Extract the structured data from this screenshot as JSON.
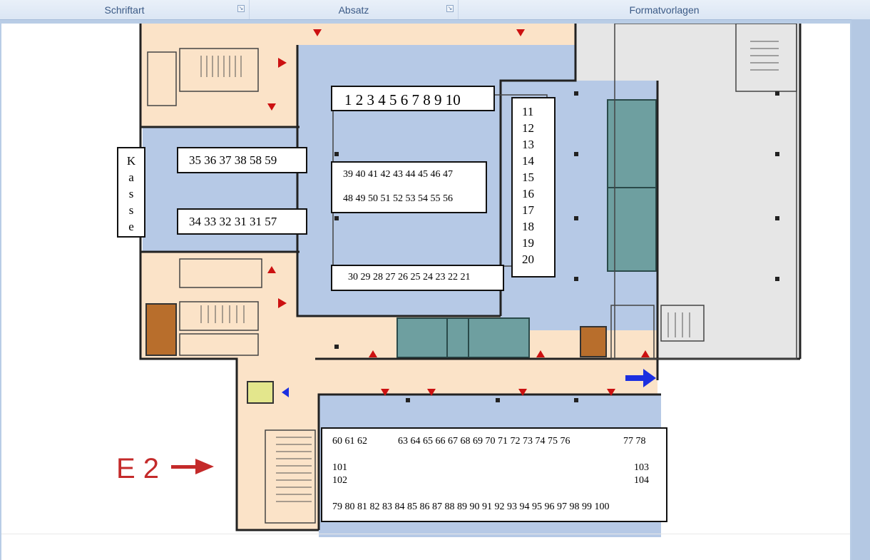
{
  "ribbon": {
    "groups": [
      {
        "label": "Schriftart"
      },
      {
        "label": "Absatz"
      },
      {
        "label": "Formatvorlagen"
      }
    ],
    "launcher_icon": "dialog-launcher-icon"
  },
  "plan": {
    "entrance_label": "E 2",
    "labels": {
      "row_1_10": "1 2 3 4 5 6 7 8 9 10",
      "col_11_20": [
        "11",
        "12",
        "13",
        "14",
        "15",
        "16",
        "17",
        "18",
        "19",
        "20"
      ],
      "kasse": [
        "K",
        "a",
        "s",
        "s",
        "e"
      ],
      "row_35_59": "35 36 37 38 58 59",
      "row_34_57": "34 33 32 31 31 57",
      "row_39_47": "39 40 41 42 43 44 45 46 47",
      "row_48_56": "48 49 50 51 52 53 54 55 56",
      "row_30_21": "30 29 28 27 26 25 24 23 22 21",
      "bottom_a": "60 61 62",
      "bottom_b": "63 64 65 66 67 68 69 70 71 72 73 74 75 76",
      "bottom_c": "77 78",
      "bottom_101": "101",
      "bottom_102": "102",
      "bottom_103": "103",
      "bottom_104": "104",
      "bottom_row": "79 80 81 82 83 84 85 86 87 88 89 90 91 92 93 94 95 96 97 98 99 100"
    },
    "colors": {
      "hall": "#b6c9e6",
      "corridor": "#fbe3c8",
      "service": "#e6e6e6",
      "teal": "#6e9fa0",
      "brown": "#b86e2c",
      "yellow": "#e3e68c",
      "arrow_red": "#cc1111",
      "arrow_blue": "#1c2fe0"
    }
  }
}
